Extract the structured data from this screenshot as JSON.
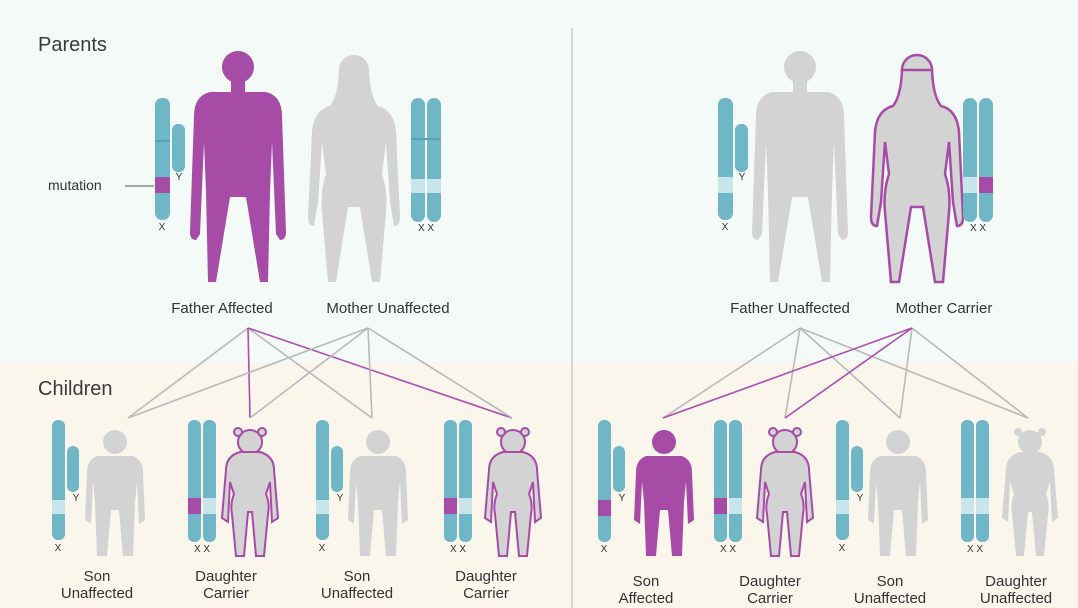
{
  "sections": {
    "parents": "Parents",
    "children": "Children"
  },
  "colors": {
    "affected": "#a64ca6",
    "unaffected": "#d3d3d3",
    "chromosome": "#6fb7c7",
    "chromosome_light": "#c9e5ec",
    "line_gray": "#b9b9b9",
    "line_purple": "#b04bb0",
    "bg_top": "#f4faf8",
    "bg_bottom": "#fbf6ec"
  },
  "mutation_label": "mutation",
  "chromosome_tags": {
    "x": "X",
    "y": "Y",
    "xx": "X X"
  },
  "left_panel": {
    "father": "Father Affected",
    "mother": "Mother Unaffected",
    "children": [
      {
        "line1": "Son",
        "line2": "Unaffected"
      },
      {
        "line1": "Daughter",
        "line2": "Carrier"
      },
      {
        "line1": "Son",
        "line2": "Unaffected"
      },
      {
        "line1": "Daughter",
        "line2": "Carrier"
      }
    ]
  },
  "right_panel": {
    "father": "Father Unaffected",
    "mother": "Mother Carrier",
    "children": [
      {
        "line1": "Son",
        "line2": "Affected"
      },
      {
        "line1": "Daughter",
        "line2": "Carrier"
      },
      {
        "line1": "Son",
        "line2": "Unaffected"
      },
      {
        "line1": "Daughter",
        "line2": "Unaffected"
      }
    ]
  }
}
